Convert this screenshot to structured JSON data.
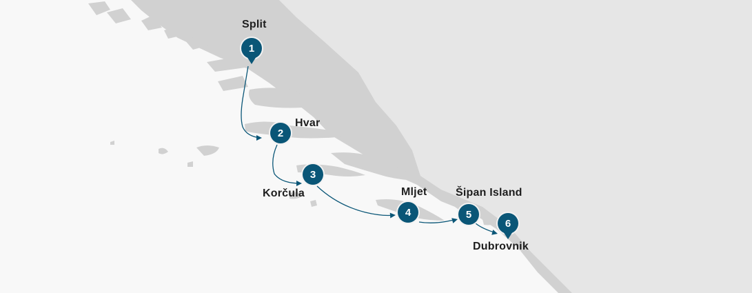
{
  "map": {
    "colors": {
      "sea": "#f8f8f8",
      "mainland": "#d1d1d1",
      "inland": "#e6e6e6",
      "islands": "#d1d1d1",
      "route": "#0a5677",
      "marker": "#0a5677",
      "marker_text": "#ffffff",
      "label_text": "#1e1e1e"
    },
    "stops": [
      {
        "number": "1",
        "name": "Split",
        "marker": "pin"
      },
      {
        "number": "2",
        "name": "Hvar",
        "marker": "circle"
      },
      {
        "number": "3",
        "name": "Korčula",
        "marker": "circle"
      },
      {
        "number": "4",
        "name": "Mljet",
        "marker": "circle"
      },
      {
        "number": "5",
        "name": "Šipan Island",
        "marker": "circle"
      },
      {
        "number": "6",
        "name": "Dubrovnik",
        "marker": "pin"
      }
    ]
  }
}
